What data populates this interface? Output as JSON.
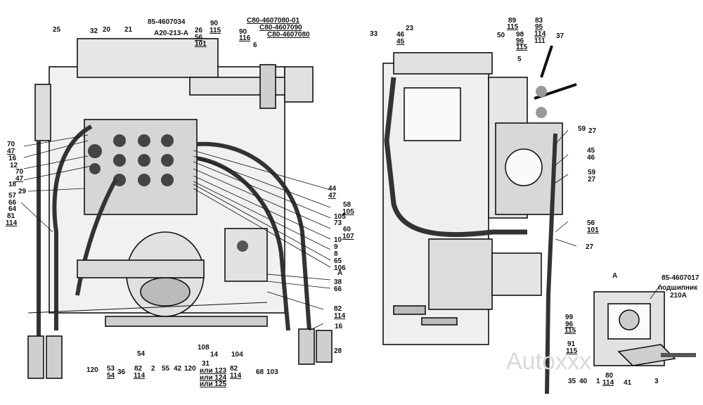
{
  "watermark": "Autoxxx",
  "labels": [
    {
      "id": "l25",
      "text": "25"
    },
    {
      "id": "l32",
      "text": "32"
    },
    {
      "id": "l20",
      "text": "20"
    },
    {
      "id": "l21",
      "text": "21"
    },
    {
      "id": "l85a",
      "text": "85-4607034"
    },
    {
      "id": "lA20",
      "text": "A20-213-A"
    },
    {
      "id": "l26",
      "text": "26"
    },
    {
      "id": "l56a",
      "text": "56"
    },
    {
      "id": "l101a",
      "text": "101"
    },
    {
      "id": "l90a",
      "text": "90"
    },
    {
      "id": "l115a",
      "text": "115"
    },
    {
      "id": "l90b",
      "text": "90"
    },
    {
      "id": "l116",
      "text": "116"
    },
    {
      "id": "l6",
      "text": "6"
    },
    {
      "id": "lc1",
      "text": "C80-4607080-01"
    },
    {
      "id": "lc2",
      "text": "C80-4607090"
    },
    {
      "id": "lc3",
      "text": "C80-4607080"
    },
    {
      "id": "l33",
      "text": "33"
    },
    {
      "id": "l46a",
      "text": "46"
    },
    {
      "id": "l45a",
      "text": "45"
    },
    {
      "id": "l23",
      "text": "23"
    },
    {
      "id": "l89",
      "text": "89"
    },
    {
      "id": "l115b",
      "text": "115"
    },
    {
      "id": "l50",
      "text": "50"
    },
    {
      "id": "l98",
      "text": "98"
    },
    {
      "id": "l96a",
      "text": "96"
    },
    {
      "id": "l115c",
      "text": "115"
    },
    {
      "id": "l83",
      "text": "83"
    },
    {
      "id": "l95",
      "text": "95"
    },
    {
      "id": "l114a",
      "text": "114"
    },
    {
      "id": "l111",
      "text": "111"
    },
    {
      "id": "l37",
      "text": "37"
    },
    {
      "id": "l5",
      "text": "5"
    },
    {
      "id": "l70a",
      "text": "70"
    },
    {
      "id": "l47a",
      "text": "47"
    },
    {
      "id": "l16a",
      "text": "16"
    },
    {
      "id": "l12",
      "text": "12"
    },
    {
      "id": "l70b",
      "text": "70"
    },
    {
      "id": "l47b",
      "text": "47"
    },
    {
      "id": "l18",
      "text": "18"
    },
    {
      "id": "l29",
      "text": "29"
    },
    {
      "id": "l57",
      "text": "57"
    },
    {
      "id": "l66a",
      "text": "66"
    },
    {
      "id": "l64",
      "text": "64"
    },
    {
      "id": "l81",
      "text": "81"
    },
    {
      "id": "l114b",
      "text": "114"
    },
    {
      "id": "l44",
      "text": "44"
    },
    {
      "id": "l47c",
      "text": "47"
    },
    {
      "id": "l58",
      "text": "58"
    },
    {
      "id": "l105a",
      "text": "105"
    },
    {
      "id": "l105b",
      "text": "105"
    },
    {
      "id": "l73",
      "text": "73"
    },
    {
      "id": "l60",
      "text": "60"
    },
    {
      "id": "l107",
      "text": "107"
    },
    {
      "id": "l10",
      "text": "10"
    },
    {
      "id": "l9",
      "text": "9"
    },
    {
      "id": "l8",
      "text": "8"
    },
    {
      "id": "l65",
      "text": "65"
    },
    {
      "id": "l106",
      "text": "106"
    },
    {
      "id": "lA1",
      "text": "A"
    },
    {
      "id": "l38",
      "text": "38"
    },
    {
      "id": "l66b",
      "text": "66"
    },
    {
      "id": "l82a",
      "text": "82"
    },
    {
      "id": "l114c",
      "text": "114"
    },
    {
      "id": "l16b",
      "text": "16"
    },
    {
      "id": "l28",
      "text": "28"
    },
    {
      "id": "l120a",
      "text": "120"
    },
    {
      "id": "l53",
      "text": "53"
    },
    {
      "id": "l54a",
      "text": "54"
    },
    {
      "id": "l36",
      "text": "36"
    },
    {
      "id": "l82b",
      "text": "82"
    },
    {
      "id": "l114d",
      "text": "114"
    },
    {
      "id": "l54b",
      "text": "54"
    },
    {
      "id": "l2",
      "text": "2"
    },
    {
      "id": "l55",
      "text": "55"
    },
    {
      "id": "l42",
      "text": "42"
    },
    {
      "id": "l120b",
      "text": "120"
    },
    {
      "id": "l108",
      "text": "108"
    },
    {
      "id": "l14",
      "text": "14"
    },
    {
      "id": "l104",
      "text": "104"
    },
    {
      "id": "l31",
      "text": "31"
    },
    {
      "id": "l123",
      "text": "или 123"
    },
    {
      "id": "l124",
      "text": "или 124"
    },
    {
      "id": "l125",
      "text": "или 125"
    },
    {
      "id": "l82c",
      "text": "82"
    },
    {
      "id": "l114e",
      "text": "114"
    },
    {
      "id": "l68",
      "text": "68"
    },
    {
      "id": "l103",
      "text": "103"
    },
    {
      "id": "l59a",
      "text": "59"
    },
    {
      "id": "l27a",
      "text": "27"
    },
    {
      "id": "l45b",
      "text": "45"
    },
    {
      "id": "l46b",
      "text": "46"
    },
    {
      "id": "l59b",
      "text": "59"
    },
    {
      "id": "l27b",
      "text": "27"
    },
    {
      "id": "l56b",
      "text": "56"
    },
    {
      "id": "l101b",
      "text": "101"
    },
    {
      "id": "l27c",
      "text": "27"
    },
    {
      "id": "lA2",
      "text": "A"
    },
    {
      "id": "l85b",
      "text": "85-4607017"
    },
    {
      "id": "lpod",
      "text": "подшипник"
    },
    {
      "id": "l210",
      "text": "210A"
    },
    {
      "id": "l99",
      "text": "99"
    },
    {
      "id": "l96b",
      "text": "96"
    },
    {
      "id": "l115d",
      "text": "115"
    },
    {
      "id": "l91",
      "text": "91"
    },
    {
      "id": "l115e",
      "text": "115"
    },
    {
      "id": "l35",
      "text": "35"
    },
    {
      "id": "l40",
      "text": "40"
    },
    {
      "id": "l1",
      "text": "1"
    },
    {
      "id": "l80",
      "text": "80"
    },
    {
      "id": "l114f",
      "text": "114"
    },
    {
      "id": "l41",
      "text": "41"
    },
    {
      "id": "l3",
      "text": "3"
    }
  ]
}
